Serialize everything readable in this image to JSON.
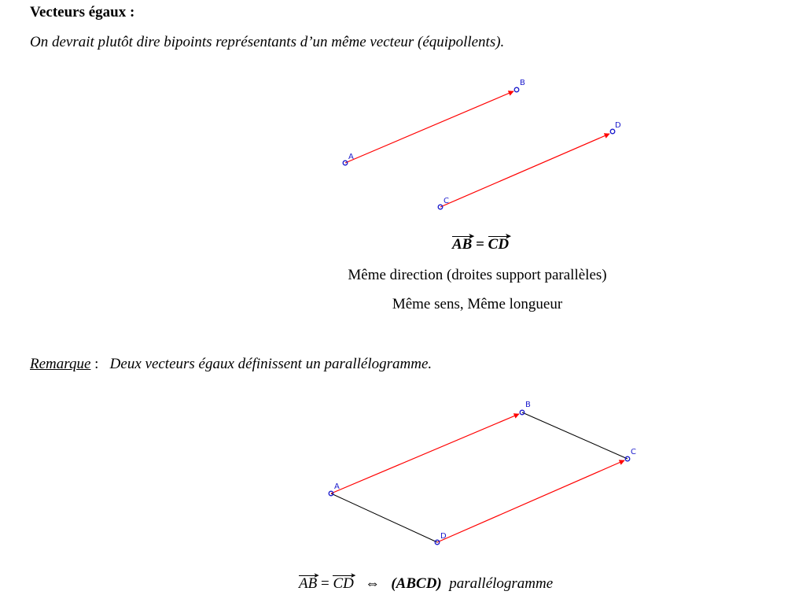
{
  "section_title": "Vecteurs égaux :",
  "intro": "On devrait plutôt dire  bipoints représentants d’un même vecteur (équipollents).",
  "figure1": {
    "labels": {
      "A": "A",
      "B": "B",
      "C": "C",
      "D": "D"
    }
  },
  "equality1": {
    "left": "AB",
    "equals": "=",
    "right": "CD"
  },
  "properties": [
    "Même direction (droites support parallèles)",
    "Même sens, Même longueur"
  ],
  "remark": {
    "keyword": "Remarque",
    "colon": " :",
    "text": "Deux vecteurs égaux définissent un parallélogramme."
  },
  "figure2": {
    "labels": {
      "A": "A",
      "B": "B",
      "C": "C",
      "D": "D"
    }
  },
  "equality2": {
    "left": "AB",
    "equals": "=",
    "right": "CD",
    "equiv": "⇔",
    "quad": "(ABCD)",
    "word": "parallélogramme"
  },
  "colors": {
    "vector": "#ff0000",
    "segment": "#000000",
    "point": "#1a1acc"
  }
}
